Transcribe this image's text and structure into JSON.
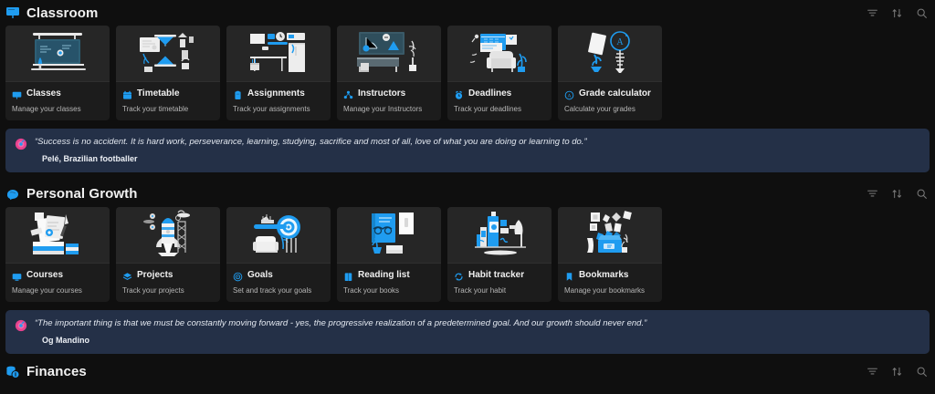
{
  "theme": {
    "page_bg": "#0f0f0f",
    "card_bg": "#1c1c1c",
    "card_art_bg": "#262626",
    "accent_blue": "#1f9cf0",
    "quote_bg": "#243047",
    "quote_accent": "#e8428f",
    "text_primary": "#f0f0f0",
    "text_secondary": "#b6b6b6"
  },
  "toolbar": {
    "filter_label": "Filter",
    "sort_label": "Sort",
    "search_label": "Search",
    "filter_icon": "filter-icon",
    "sort_icon": "sort-icon",
    "search_icon": "search-icon"
  },
  "sections": [
    {
      "id": "classroom",
      "title": "Classroom",
      "icon": "classroom-board-icon",
      "cards": [
        {
          "label": "Classes",
          "sub": "Manage your classes",
          "icon": "board-icon",
          "art": "blackboard"
        },
        {
          "label": "Timetable",
          "sub": "Track your timetable",
          "icon": "calendar-icon",
          "art": "hourglass"
        },
        {
          "label": "Assignments",
          "sub": "Track your assignments",
          "icon": "clipboard-icon",
          "art": "desk"
        },
        {
          "label": "Instructors",
          "sub": "Manage your Instructors",
          "icon": "people-icon",
          "art": "lecture"
        },
        {
          "label": "Deadlines",
          "sub": "Track your deadlines",
          "icon": "alarm-icon",
          "art": "armchair"
        },
        {
          "label": "Grade calculator",
          "sub": "Calculate your grades",
          "icon": "grade-icon",
          "art": "grade"
        }
      ],
      "quote": {
        "text": "“Success is no accident. It is hard work, perseverance, learning, studying, sacrifice and most of all, love of what you are doing or learning to do.”",
        "author": "Pelé, Brazilian footballer",
        "icon": "quote-target-icon"
      }
    },
    {
      "id": "personal-growth",
      "title": "Personal Growth",
      "icon": "brain-icon",
      "cards": [
        {
          "label": "Courses",
          "sub": "Manage your courses",
          "icon": "monitor-icon",
          "art": "books"
        },
        {
          "label": "Projects",
          "sub": "Track  your projects",
          "icon": "layers-icon",
          "art": "rocket"
        },
        {
          "label": "Goals",
          "sub": "Set and track your goals",
          "icon": "target-icon",
          "art": "target"
        },
        {
          "label": "Reading list",
          "sub": "Track your books",
          "icon": "book-icon",
          "art": "reading"
        },
        {
          "label": "Habit tracker",
          "sub": "Track your habit",
          "icon": "refresh-icon",
          "art": "habit"
        },
        {
          "label": "Bookmarks",
          "sub": "Manage your bookmarks",
          "icon": "bookmark-icon",
          "art": "bookmarks"
        }
      ],
      "quote": {
        "text": "“The important thing is that we must be constantly moving forward - yes, the progressive realization of a predetermined goal. And our growth should never end.”",
        "author": "Og Mandino",
        "icon": "quote-target-icon"
      }
    },
    {
      "id": "finances",
      "title": "Finances",
      "icon": "coins-icon",
      "cards": [],
      "quote": null
    }
  ]
}
